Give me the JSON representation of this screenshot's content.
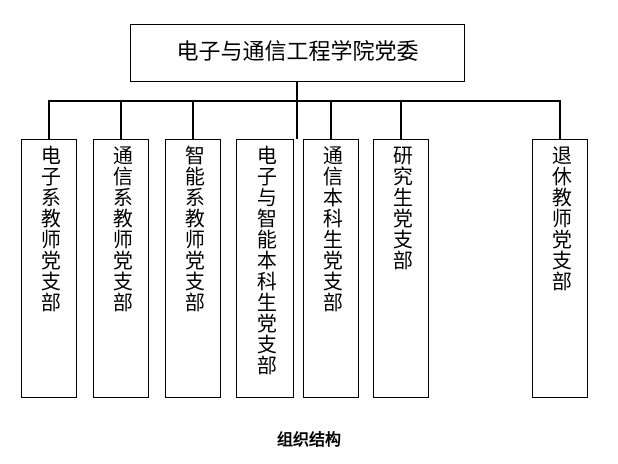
{
  "diagram": {
    "title_caption": "组织结构",
    "root": {
      "label": "电子与通信工程学院党委"
    },
    "children": [
      {
        "label": "电子系教师党支部"
      },
      {
        "label": "通信系教师党支部"
      },
      {
        "label": "智能系教师党支部"
      },
      {
        "label": "电子与智能本科生党支部"
      },
      {
        "label": "通信本科生党支部"
      },
      {
        "label": "研究生党支部"
      },
      {
        "label": "退休教师党支部"
      }
    ],
    "style": {
      "line_color": "#000000",
      "box_fill": "#ffffff",
      "text_color": "#000000"
    }
  }
}
